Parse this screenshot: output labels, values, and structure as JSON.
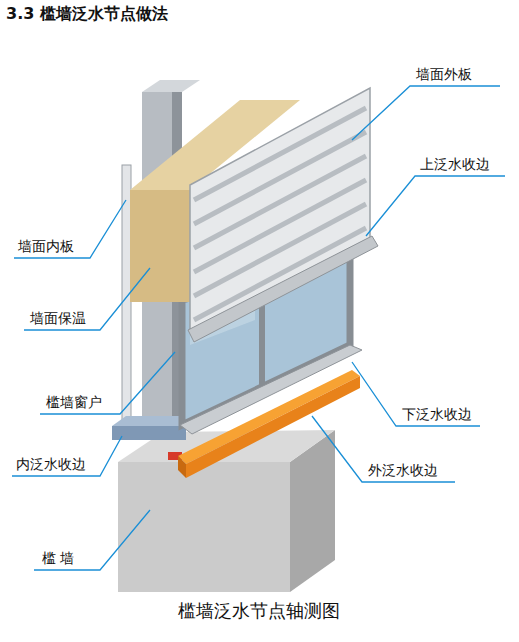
{
  "diagram": {
    "title": "3.3 槛墙泛水节点做法",
    "caption": "槛墙泛水节点轴测图",
    "labels": [
      "墙面外板",
      "上泛水收边",
      "墙面内板",
      "墙面保温",
      "槛墙窗户",
      "下泛水收边",
      "内泛水收边",
      "外泛水收边",
      "槛 墙"
    ]
  }
}
